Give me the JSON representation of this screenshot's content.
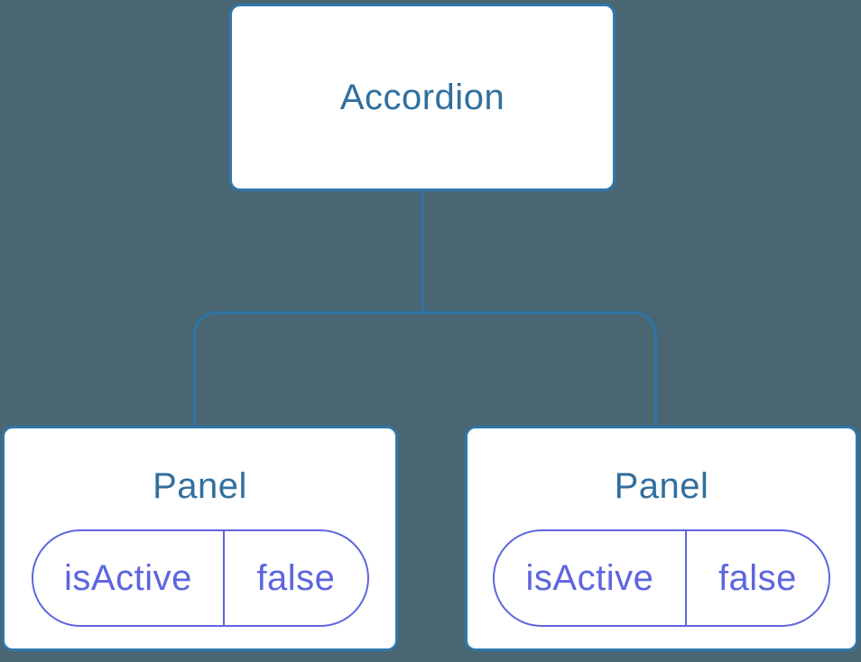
{
  "diagram": {
    "type": "component-tree",
    "colors": {
      "background": "#4a6673",
      "node_fill": "#ffffff",
      "node_border": "#2f77ac",
      "node_text": "#316f9e",
      "connector": "#2e74a8",
      "state_pill": "#5d65df"
    },
    "root": {
      "label": "Accordion"
    },
    "panels": [
      {
        "title": "Panel",
        "state": {
          "key": "isActive",
          "value": "false"
        }
      },
      {
        "title": "Panel",
        "state": {
          "key": "isActive",
          "value": "false"
        }
      }
    ]
  }
}
